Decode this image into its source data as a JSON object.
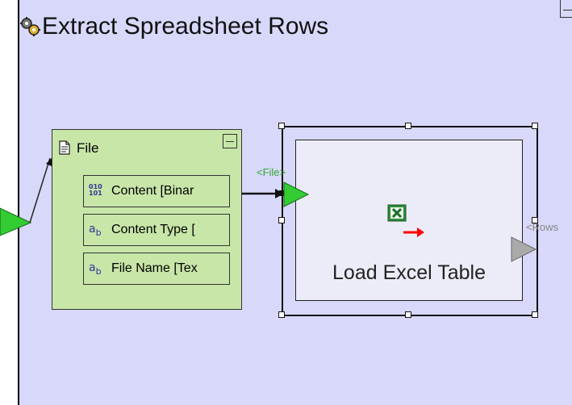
{
  "header": {
    "title": "Extract Spreadsheet Rows"
  },
  "file_node": {
    "label": "File",
    "fields": [
      {
        "icon": "binary-icon",
        "icon_text": "010\n101",
        "label": "Content [Binar"
      },
      {
        "icon": "text-type-icon",
        "icon_text": "ab",
        "label": "Content Type ["
      },
      {
        "icon": "text-type-icon",
        "icon_text": "ab",
        "label": "File Name [Tex"
      }
    ]
  },
  "load_node": {
    "label": "Load Excel Table",
    "input_port_label": "<File>",
    "output_port_label": "<Rows"
  },
  "colors": {
    "canvas": "#d8d8fa",
    "file_node": "#c8e6a8",
    "load_node": "#ececf8",
    "input_port": "#33cc33",
    "output_port": "#aaaaaa",
    "connector_arrow": "#ff0000"
  }
}
